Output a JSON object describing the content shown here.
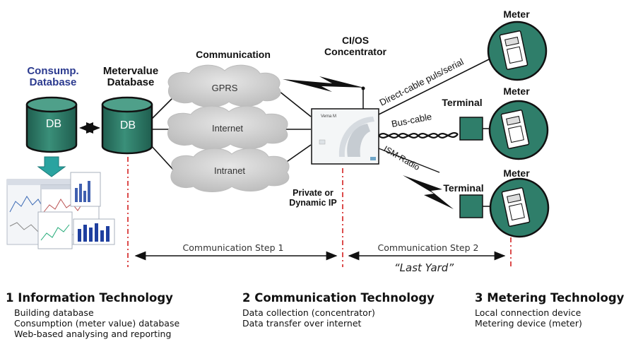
{
  "labels": {
    "consump_db": "Consump.\nDatabase",
    "metervalue_db": "Metervalue\nDatabase",
    "communication": "Communication",
    "concentrator": "CI/OS\nConcentrator",
    "private_ip": "Private or\nDynamic IP",
    "meter": "Meter",
    "terminal": "Terminal",
    "db": "DB",
    "gprs": "GPRS",
    "internet": "Internet",
    "intranet": "Intranet",
    "direct_cable": "Direct-cable puls/serial",
    "bus_cable": "Bus-cable",
    "ism_radio": "ISM-Radio",
    "comm_step1": "Communication Step 1",
    "comm_step2": "Communication Step 2",
    "last_yard": "“Last Yard”",
    "concentrator_device": "Vema M"
  },
  "colors": {
    "teal": "#2f7e6a",
    "dark": "#111111",
    "blue_title": "#2b3a8f",
    "red_dash": "#d42020",
    "cloud": "#c8c8c8"
  },
  "sections": [
    {
      "title": "1 Information Technology",
      "items": [
        "Building database",
        "Consumption (meter value) database",
        "Web-based analysing and reporting"
      ]
    },
    {
      "title": "2 Communication Technology",
      "items": [
        "Data collection (concentrator)",
        "Data transfer over internet"
      ]
    },
    {
      "title": "3 Metering Technology",
      "items": [
        "Local connection device",
        "Metering device (meter)"
      ]
    }
  ]
}
